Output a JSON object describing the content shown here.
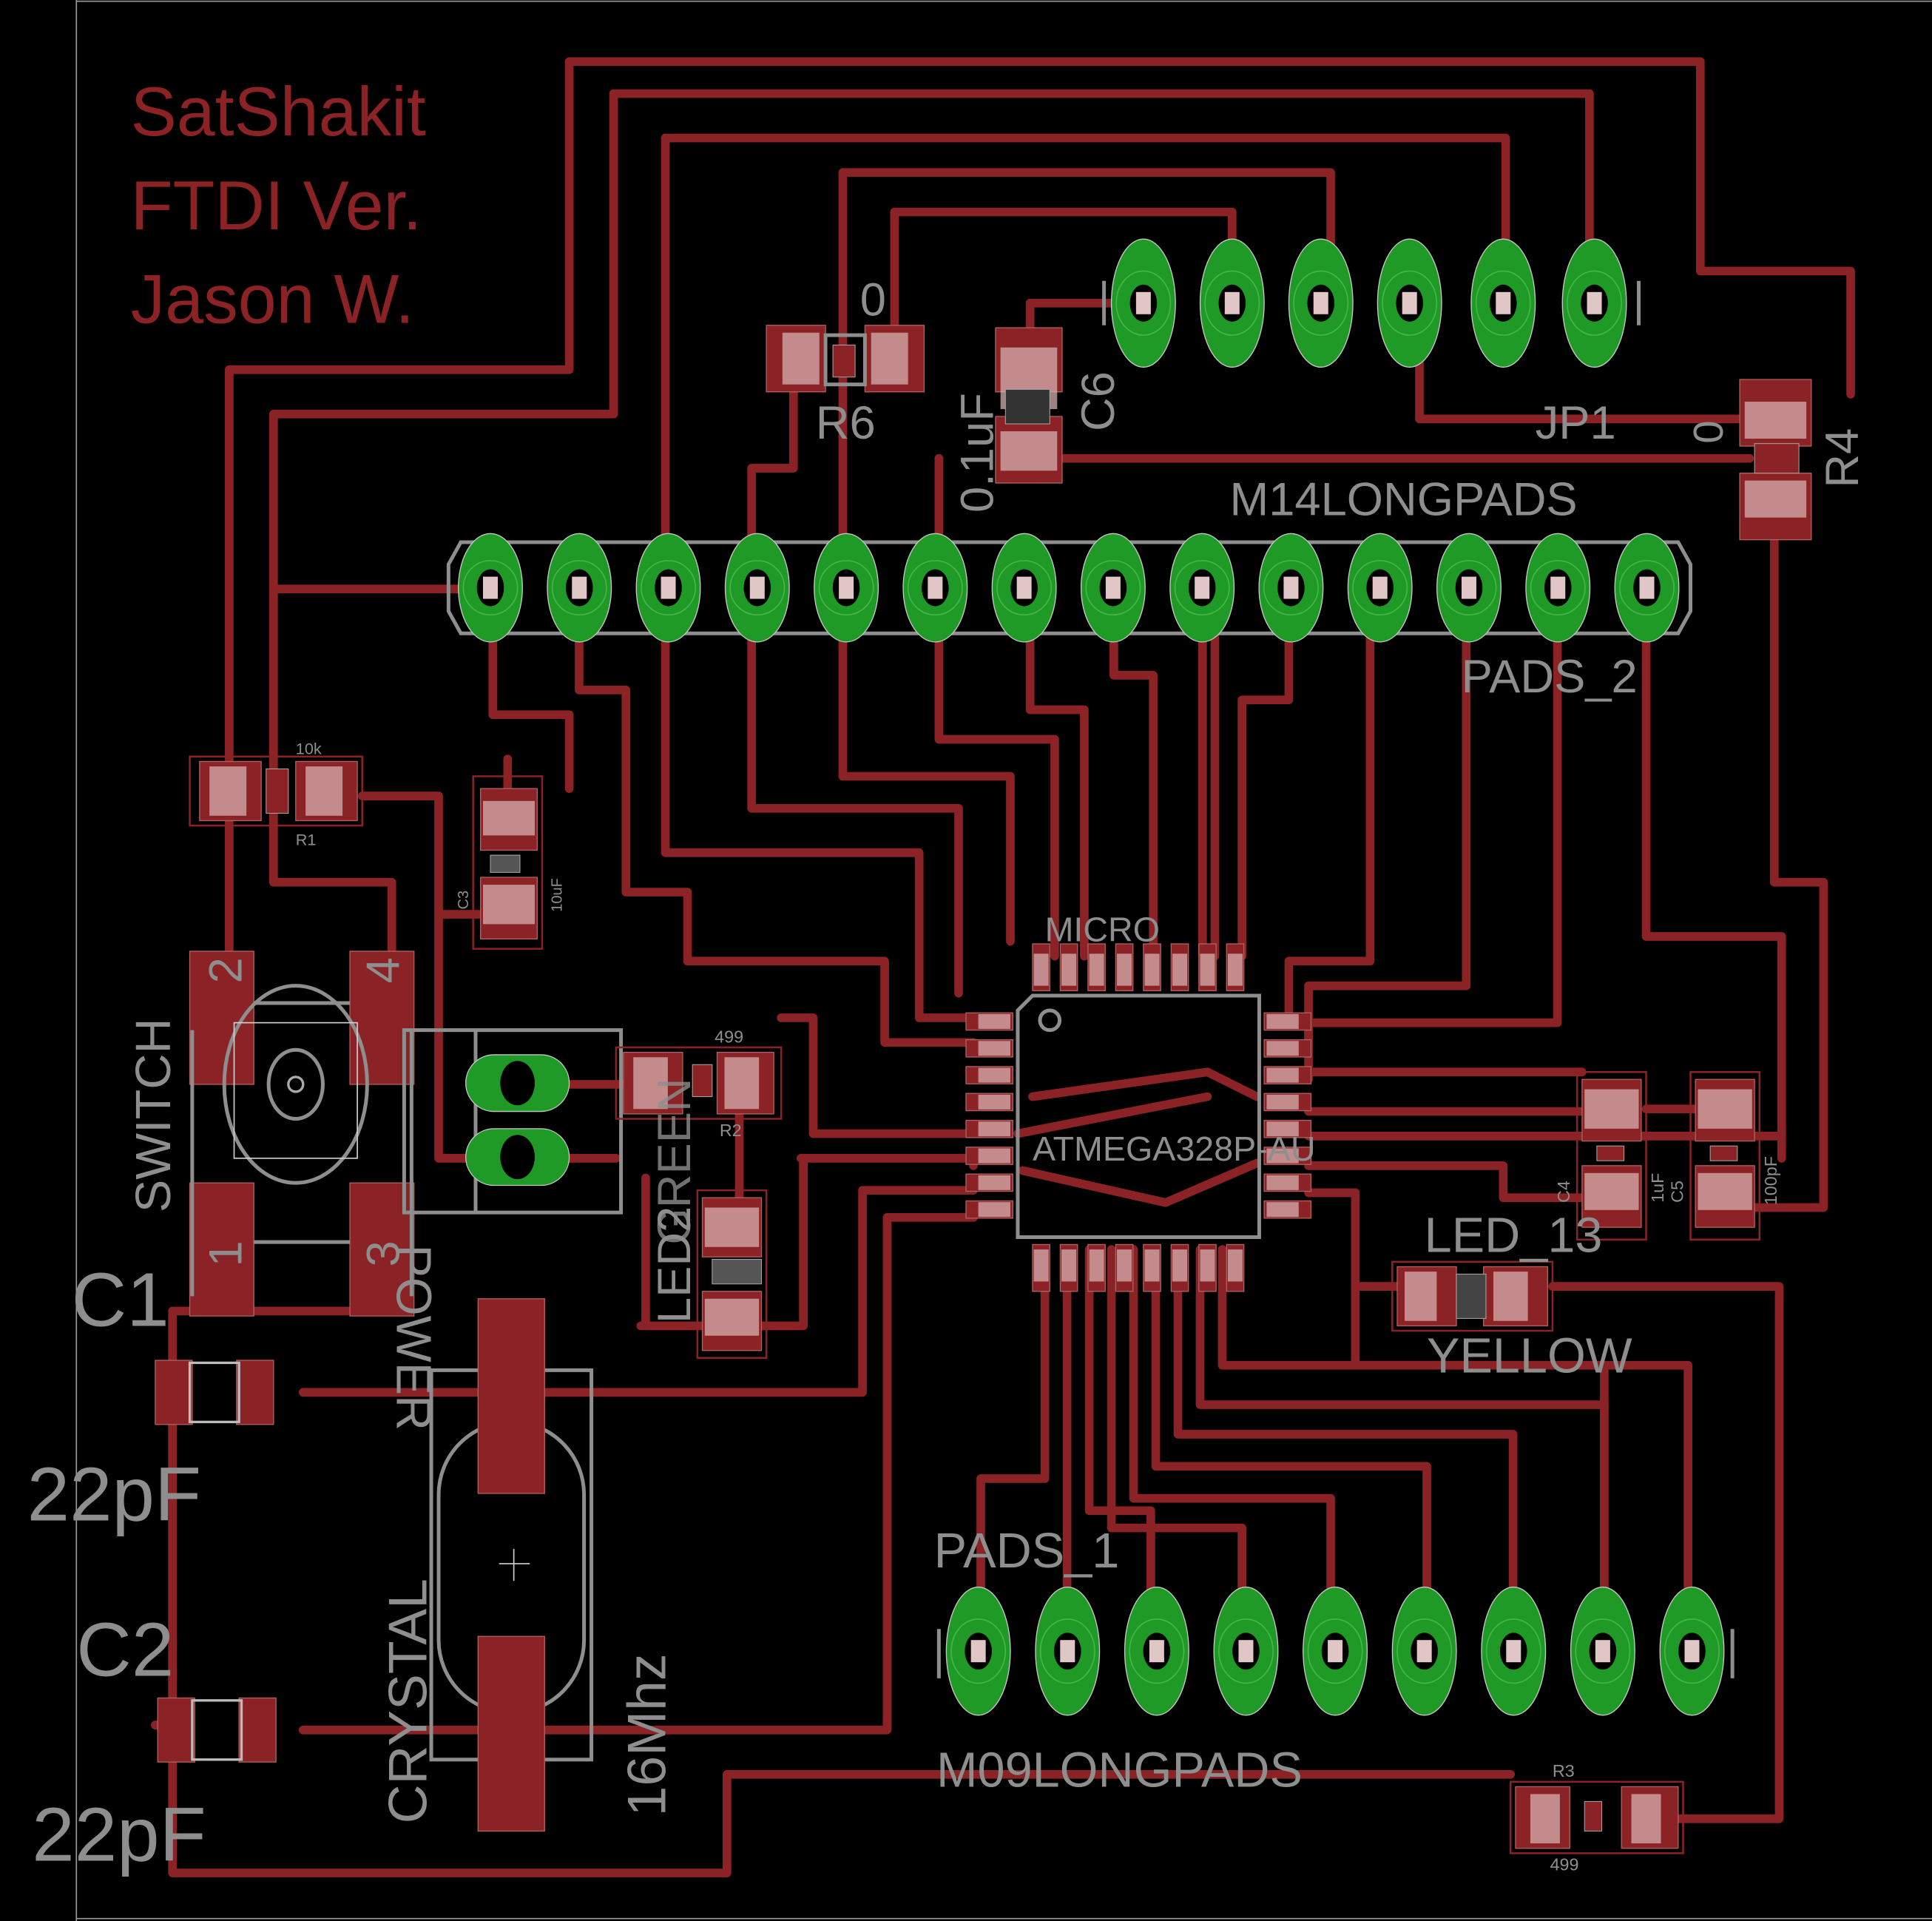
{
  "board": {
    "title_lines": [
      "SatShakit",
      "FTDI Ver.",
      "Jason W."
    ],
    "colors": {
      "background": "#000000",
      "copper_top": "#8b2326",
      "pads_tht": "#1f9a26",
      "silkscreen": "#8e8e8e",
      "title_text": "#8b2326"
    }
  },
  "components": {
    "r6": {
      "name": "R6",
      "value": "0"
    },
    "c6": {
      "name": "C6",
      "value": "0.1uF"
    },
    "jp1": {
      "name": "JP1",
      "package": "M14LONGPADS"
    },
    "r4": {
      "name": "R4",
      "value": "0"
    },
    "pads2": {
      "name": "PADS_2"
    },
    "r1": {
      "name": "R1",
      "value": "10k"
    },
    "c3": {
      "name": "C3",
      "value": "10uF"
    },
    "switch": {
      "name": "SWITCH",
      "pins": [
        "1",
        "2",
        "3",
        "4"
      ]
    },
    "power": {
      "name": "POWER"
    },
    "led_green": {
      "name": "LED2",
      "value": "GREEN"
    },
    "r2": {
      "name": "R2",
      "value": "499"
    },
    "micro": {
      "name": "MICRO",
      "value": "ATMEGA328P-AU"
    },
    "c4": {
      "name": "C4",
      "value": "1uF"
    },
    "c5": {
      "name": "C5",
      "value": "100pF"
    },
    "led13": {
      "name": "LED_13",
      "value": "YELLOW"
    },
    "c1": {
      "name": "C1",
      "value": "22pF"
    },
    "c2": {
      "name": "C2",
      "value": "22pF"
    },
    "crystal": {
      "name": "CRYSTAL",
      "value": "16Mhz"
    },
    "pads1": {
      "name": "PADS_1",
      "package": "M09LONGPADS"
    },
    "r3": {
      "name": "R3",
      "value": "499"
    }
  }
}
